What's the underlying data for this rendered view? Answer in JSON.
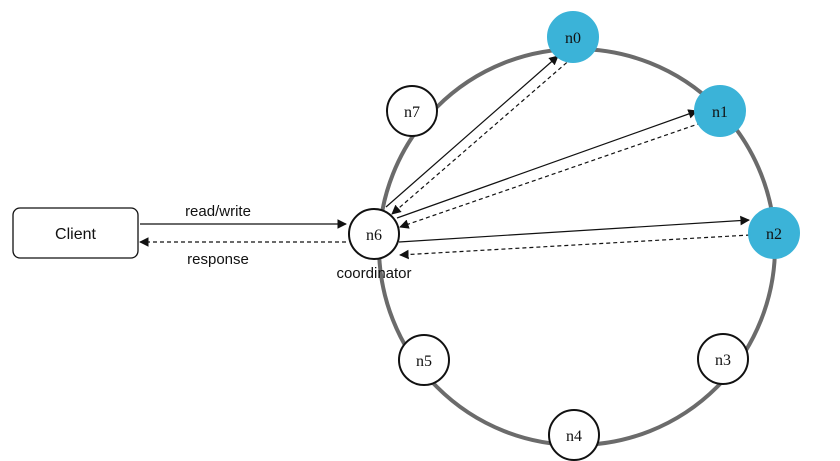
{
  "client": {
    "label": "Client"
  },
  "links": {
    "request_label": "read/write",
    "response_label": "response"
  },
  "coordinator": {
    "label": "n6",
    "role_label": "coordinator"
  },
  "ring": {
    "nodes": [
      {
        "id": "n0",
        "label": "n0",
        "highlighted": true
      },
      {
        "id": "n1",
        "label": "n1",
        "highlighted": true
      },
      {
        "id": "n2",
        "label": "n2",
        "highlighted": true
      },
      {
        "id": "n3",
        "label": "n3",
        "highlighted": false
      },
      {
        "id": "n4",
        "label": "n4",
        "highlighted": false
      },
      {
        "id": "n5",
        "label": "n5",
        "highlighted": false
      },
      {
        "id": "n7",
        "label": "n7",
        "highlighted": false
      }
    ]
  },
  "colors": {
    "highlight": "#3bb3d8",
    "ring": "#6b6b6b",
    "stroke": "#111111"
  }
}
